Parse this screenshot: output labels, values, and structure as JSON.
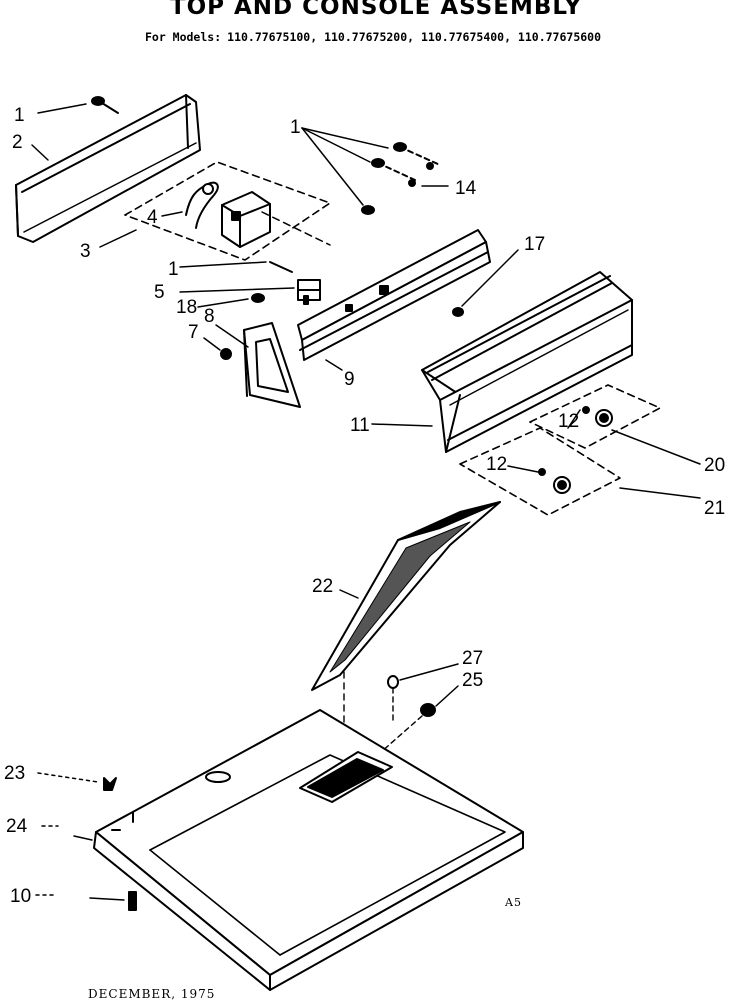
{
  "title": "TOP AND CONSOLE ASSEMBLY",
  "models": {
    "prefix": "For Models:",
    "list": "110.77675100, 110.77675200, 110.77675400, 110.77675600"
  },
  "part_labels": {
    "p1a": "1",
    "p2": "2",
    "p1b": "1",
    "p14": "14",
    "p4": "4",
    "p3": "3",
    "p1c": "1",
    "p5": "5",
    "p17": "17",
    "p18": "18",
    "p8": "8",
    "p7": "7",
    "p9": "9",
    "p11": "11",
    "p12a": "12",
    "p12b": "12",
    "p20": "20",
    "p21": "21",
    "p22": "22",
    "p27": "27",
    "p25": "25",
    "p23": "23",
    "p24": "24",
    "p10": "10"
  },
  "drawing_code": "A5",
  "footer_date": "DECEMBER, 1975"
}
